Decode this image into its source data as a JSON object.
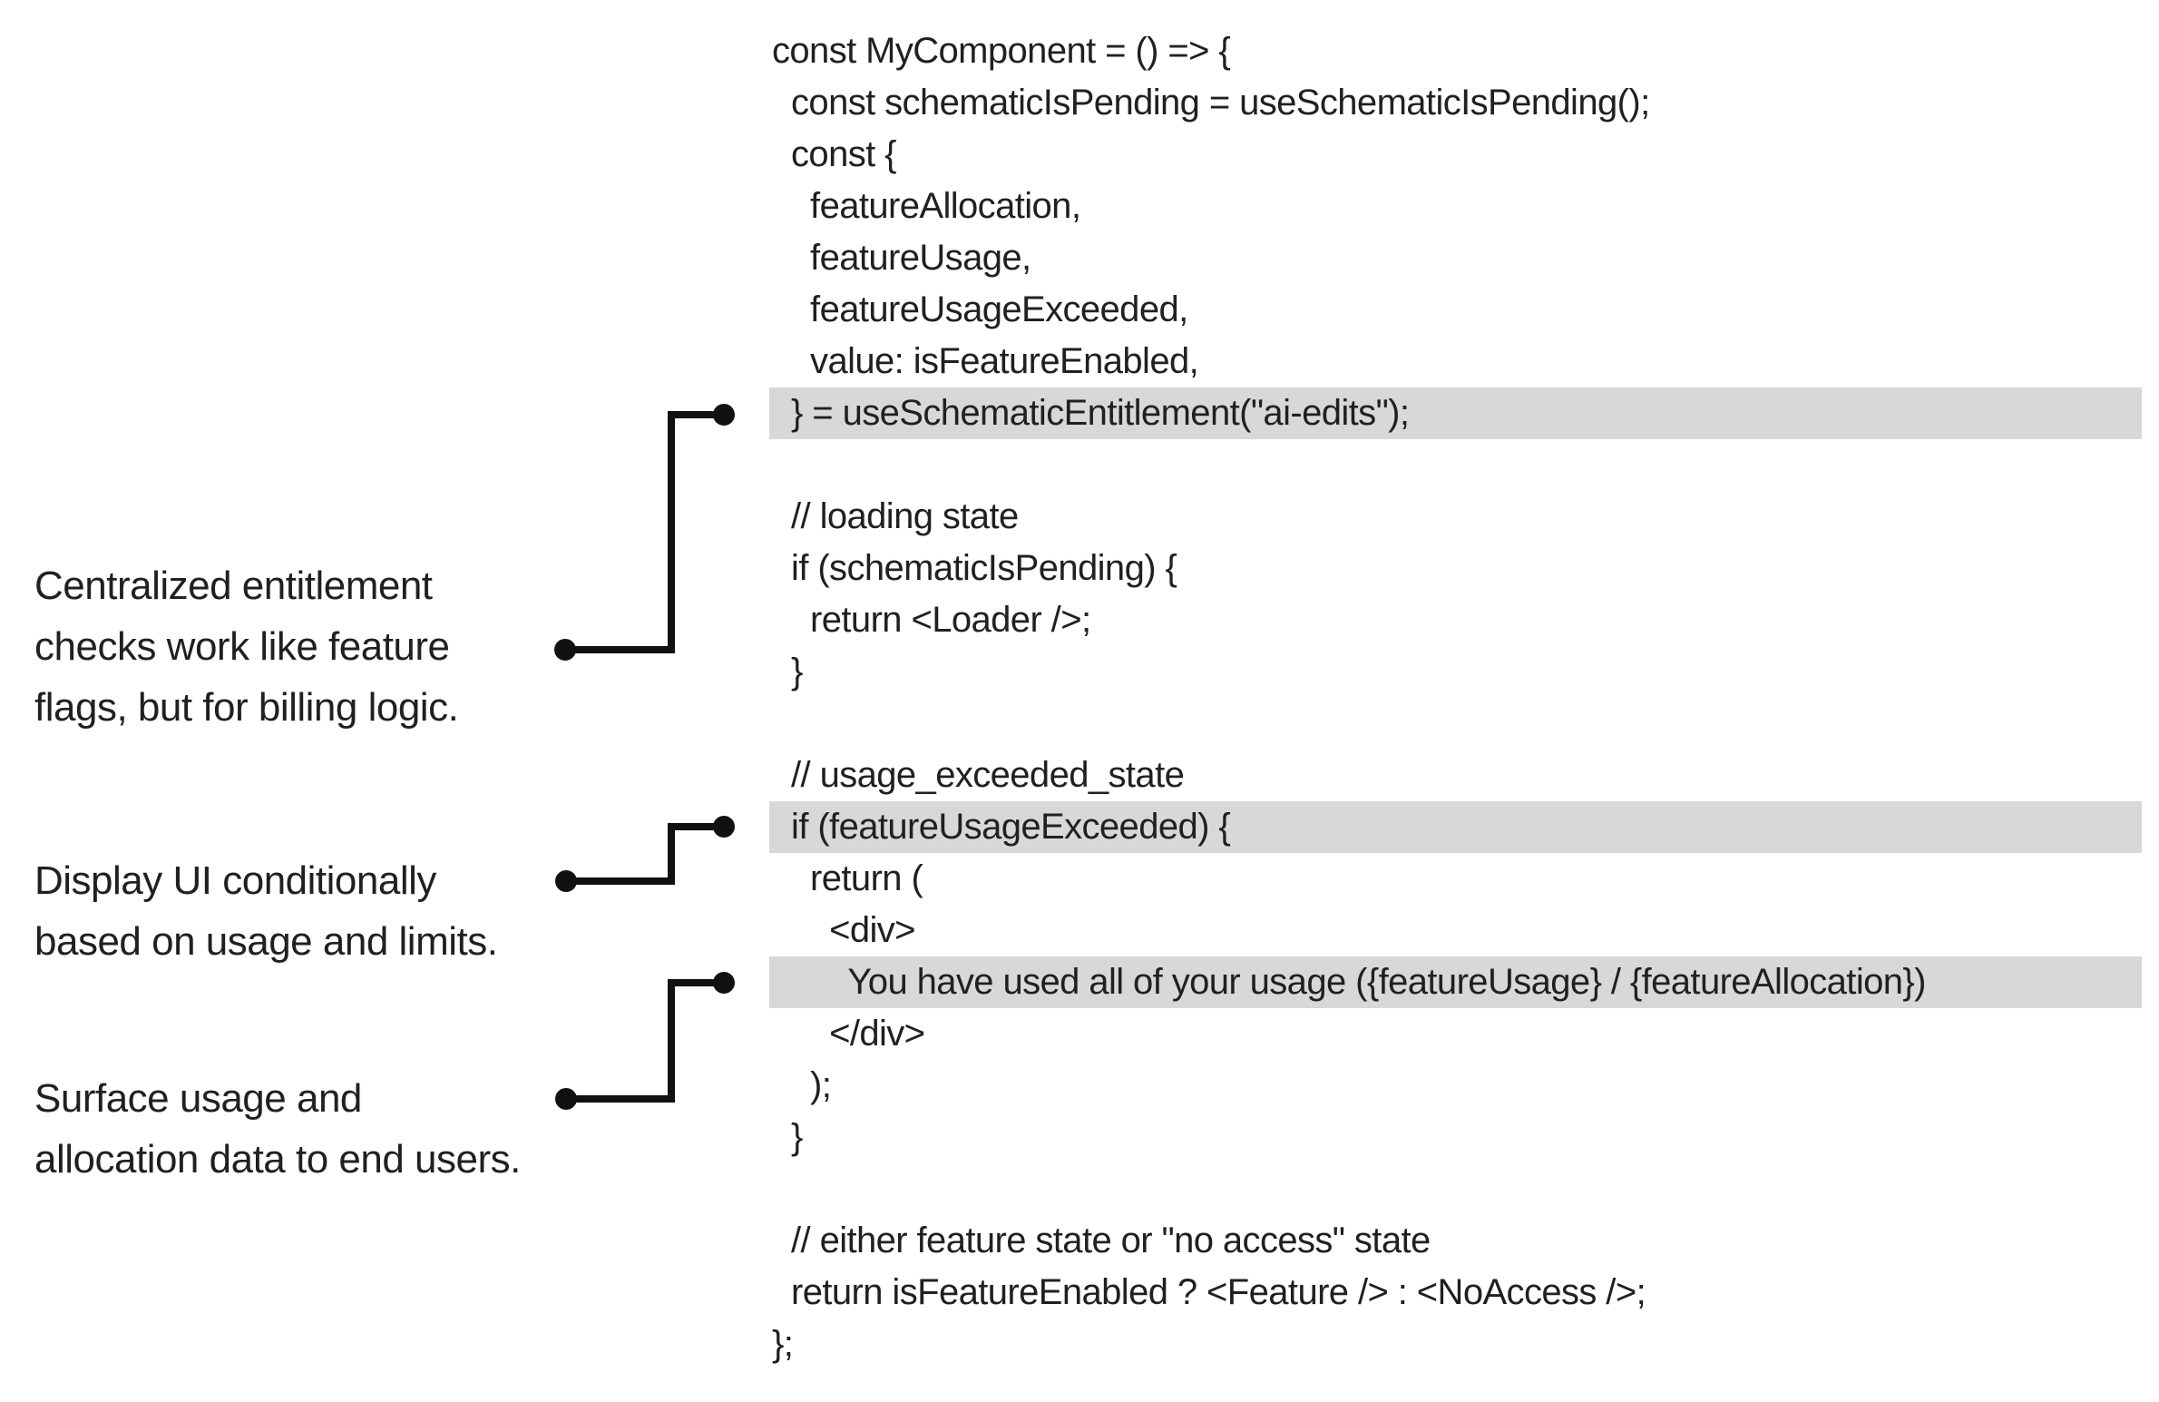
{
  "diagram": {
    "colors": {
      "background": "#ffffff",
      "text": "#221f20",
      "highlight": "#d8d8d8",
      "connector": "#111111"
    },
    "annotations": [
      {
        "id": "centralized-entitlement",
        "lines": [
          "Centralized entitlement",
          "checks work like feature",
          "flags, but for billing logic."
        ]
      },
      {
        "id": "display-ui-conditionally",
        "lines": [
          "Display UI conditionally",
          "based on usage and limits."
        ]
      },
      {
        "id": "surface-usage",
        "lines": [
          "Surface usage and",
          "allocation data to end users."
        ]
      }
    ],
    "code": {
      "lines": [
        {
          "text": "const MyComponent = () => {",
          "highlighted": false
        },
        {
          "text": "  const schematicIsPending = useSchematicIsPending();",
          "highlighted": false
        },
        {
          "text": "  const {",
          "highlighted": false
        },
        {
          "text": "    featureAllocation,",
          "highlighted": false
        },
        {
          "text": "    featureUsage,",
          "highlighted": false
        },
        {
          "text": "    featureUsageExceeded,",
          "highlighted": false
        },
        {
          "text": "    value: isFeatureEnabled,",
          "highlighted": false
        },
        {
          "text": "  } = useSchematicEntitlement(\"ai-edits\");",
          "highlighted": true
        },
        {
          "text": "",
          "highlighted": false
        },
        {
          "text": "  // loading state",
          "highlighted": false
        },
        {
          "text": "  if (schematicIsPending) {",
          "highlighted": false
        },
        {
          "text": "    return <Loader />;",
          "highlighted": false
        },
        {
          "text": "  }",
          "highlighted": false
        },
        {
          "text": "",
          "highlighted": false
        },
        {
          "text": "  // usage_exceeded_state",
          "highlighted": false
        },
        {
          "text": "  if (featureUsageExceeded) {",
          "highlighted": true
        },
        {
          "text": "    return (",
          "highlighted": false
        },
        {
          "text": "      <div>",
          "highlighted": false
        },
        {
          "text": "        You have used all of your usage ({featureUsage} / {featureAllocation})",
          "highlighted": true
        },
        {
          "text": "      </div>",
          "highlighted": false
        },
        {
          "text": "    );",
          "highlighted": false
        },
        {
          "text": "  }",
          "highlighted": false
        },
        {
          "text": "",
          "highlighted": false
        },
        {
          "text": "  // either feature state or \"no access\" state",
          "highlighted": false
        },
        {
          "text": "  return isFeatureEnabled ? <Feature /> : <NoAccess />;",
          "highlighted": false
        },
        {
          "text": "};",
          "highlighted": false
        }
      ]
    }
  }
}
